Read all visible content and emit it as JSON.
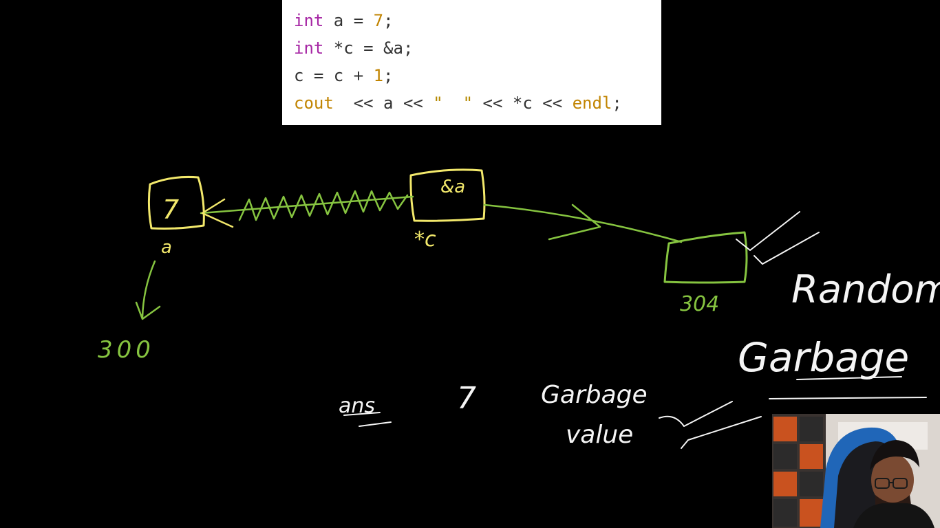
{
  "code": {
    "line1": {
      "kw": "int",
      "rest": " a = ",
      "num": "7",
      "end": ";"
    },
    "line2": {
      "kw": "int",
      "rest": " *c = &a;"
    },
    "line3": {
      "pre": "c = c + ",
      "num": "1",
      "end": ";"
    },
    "line4": {
      "fn": "cout",
      "mid": "  << a << ",
      "str": "\"  \"",
      "mid2": " << *c << ",
      "endl": "endl",
      "end": ";"
    }
  },
  "annotations": {
    "box_a_value": "7",
    "var_a_label": "a",
    "address_a": "300",
    "box_c_value": "&a",
    "var_c_label": "*c",
    "address_garbage": "304",
    "random_word": "Random",
    "garbage_word": "Garbage",
    "ans_label": "ans",
    "answer_first": "7",
    "answer_second_line1": "Garbage",
    "answer_second_line2": "value"
  },
  "colors": {
    "background": "#000000",
    "yellow_ink": "#f2e86b",
    "green_ink": "#86c440",
    "white_ink": "#f5f5f5"
  }
}
